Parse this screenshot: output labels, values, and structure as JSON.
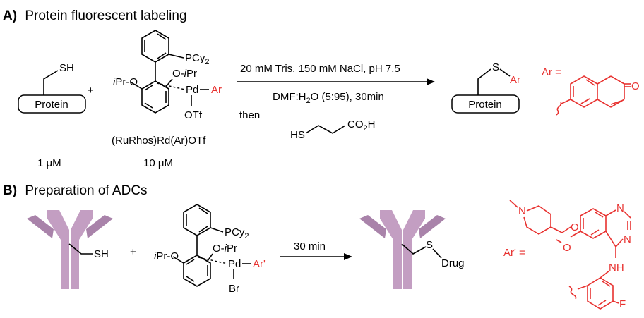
{
  "colors": {
    "accent": "#e8312f",
    "antibody_light": "#c39ec2",
    "antibody_dark": "#a983aa",
    "text": "#000000"
  },
  "sectionA": {
    "label": "A)",
    "title": "Protein fluorescent labeling",
    "protein_box": "Protein",
    "thiol": "SH",
    "plus": "+",
    "pcy2": "PCy",
    "pcy2_sub": "2",
    "o_ipr_prefix": "O-",
    "o_ipr_ital": "i",
    "o_ipr_rest": "Pr",
    "ipro_ital": "i",
    "ipro_rest": "Pr-O",
    "pd": "Pd",
    "ar": "Ar",
    "otf": "OTf",
    "catalyst_name": "(RuRhos)Rd(Ar)OTf",
    "protein_conc": "1 μM",
    "catalyst_conc": "10 μM",
    "cond_line1": "20 mM Tris, 150 mM NaCl, pH 7.5",
    "cond_line2_a": "DMF:H",
    "cond_line2_sub": "2",
    "cond_line2_b": "O (5:95), 30min",
    "then": "then",
    "mpa_hs": "HS",
    "mpa_co": "CO",
    "mpa_sub": "2",
    "mpa_h": "H",
    "product_s": "S",
    "product_ar": "Ar",
    "product_box": "Protein",
    "ar_def": "Ar =",
    "ar_o": "O"
  },
  "sectionB": {
    "label": "B)",
    "title": "Preparation of ADCs",
    "thiol": "SH",
    "plus": "+",
    "pcy2": "PCy",
    "pcy2_sub": "2",
    "o_ipr_prefix": "O-",
    "o_ipr_ital": "i",
    "o_ipr_rest": "Pr",
    "ipro_ital": "i",
    "ipro_rest": "Pr-O",
    "pd": "Pd",
    "ar_prime": "Ar'",
    "br": "Br",
    "arrow_label": "30 min",
    "product_s": "S",
    "product_drug": "Drug",
    "ar_prime_def": "Ar' =",
    "n_me": "N",
    "o_link": "O",
    "o_me": "O",
    "n_top": "N",
    "n_right": "N",
    "nh": "NH",
    "f": "F"
  }
}
